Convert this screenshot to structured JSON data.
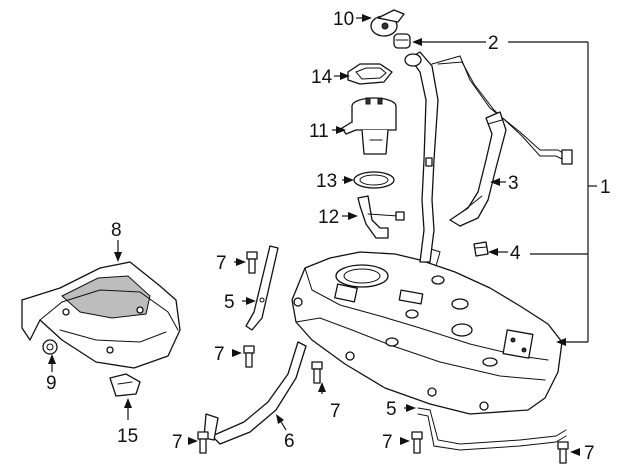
{
  "callouts": [
    {
      "id": "c1",
      "label": "1"
    },
    {
      "id": "c2",
      "label": "2"
    },
    {
      "id": "c3",
      "label": "3"
    },
    {
      "id": "c4",
      "label": "4"
    },
    {
      "id": "c5a",
      "label": "5"
    },
    {
      "id": "c5b",
      "label": "5"
    },
    {
      "id": "c6",
      "label": "6"
    },
    {
      "id": "c7a",
      "label": "7"
    },
    {
      "id": "c7b",
      "label": "7"
    },
    {
      "id": "c7c",
      "label": "7"
    },
    {
      "id": "c7d",
      "label": "7"
    },
    {
      "id": "c7e",
      "label": "7"
    },
    {
      "id": "c7f",
      "label": "7"
    },
    {
      "id": "c8",
      "label": "8"
    },
    {
      "id": "c9",
      "label": "9"
    },
    {
      "id": "c10",
      "label": "10"
    },
    {
      "id": "c11",
      "label": "11"
    },
    {
      "id": "c12",
      "label": "12"
    },
    {
      "id": "c13",
      "label": "13"
    },
    {
      "id": "c14",
      "label": "14"
    },
    {
      "id": "c15",
      "label": "15"
    }
  ]
}
